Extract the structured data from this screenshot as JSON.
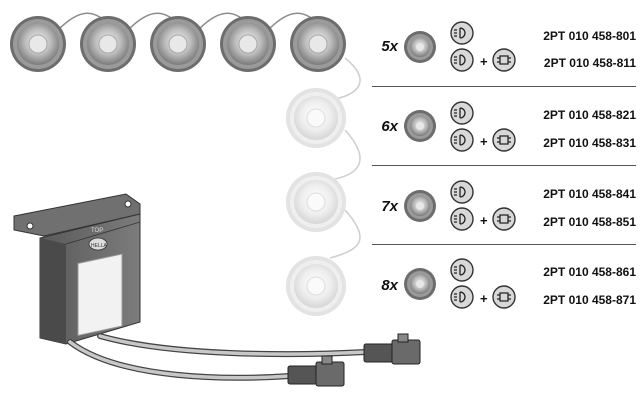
{
  "control_box": {
    "label_top": "TOP",
    "logo": "HELLA"
  },
  "variants": [
    {
      "qty": "5x",
      "part_a": "2PT 010 458-801",
      "part_b": "2PT 010 458-811"
    },
    {
      "qty": "6x",
      "part_a": "2PT 010 458-821",
      "part_b": "2PT 010 458-831"
    },
    {
      "qty": "7x",
      "part_a": "2PT 010 458-841",
      "part_b": "2PT 010 458-851"
    },
    {
      "qty": "8x",
      "part_a": "2PT 010 458-861",
      "part_b": "2PT 010 458-871"
    }
  ],
  "symbols": {
    "plus": "+",
    "daytime_icon": "daytime-running-lamp-icon",
    "position_icon": "position-lamp-icon"
  },
  "colors": {
    "lamp_dark": "#8a8a8a",
    "lamp_faded": "#e6e6e6",
    "box_body": "#6e6e6e"
  }
}
